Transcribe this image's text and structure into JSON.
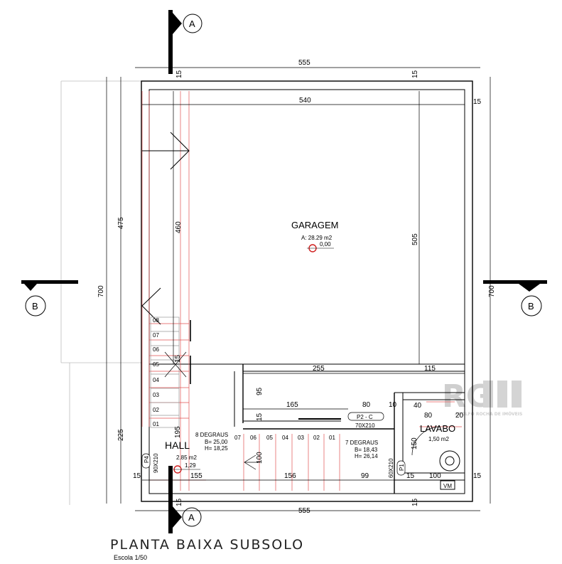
{
  "title": "PLANTA BAIXA SUBSOLO",
  "scale": "Escola 1/50",
  "watermark": {
    "logo": "RG",
    "tagline": "ADOLFO ROCHA DE IMÓVEIS"
  },
  "section_markers": {
    "a": "A",
    "b": "B"
  },
  "rooms": {
    "garagem": {
      "name": "GARAGEM",
      "area": "A: 28.29 m2",
      "level": "0,00"
    },
    "hall": {
      "name": "HALL",
      "area": "2.85 m2",
      "level": "1,29"
    },
    "lavabo": {
      "name": "LAVABO",
      "area": "1,50 m2",
      "vm": "VM"
    }
  },
  "stairs": {
    "upper": {
      "title": "8 DEGRAUS",
      "b": "B= 25,00",
      "h": "H= 18,25",
      "steps": [
        "08",
        "07",
        "06",
        "05",
        "04",
        "03",
        "02",
        "01"
      ]
    },
    "lower": {
      "title": "7 DEGRAUS",
      "b": "B= 18,43",
      "h": "H= 26,14",
      "steps": [
        "07",
        "06",
        "05",
        "04",
        "03",
        "02",
        "01"
      ]
    }
  },
  "doors": {
    "p2": {
      "tag": "P2 - C",
      "size": "70X210"
    },
    "p4": {
      "tag": "P4",
      "size": "90X210"
    },
    "p1": {
      "tag": "P1",
      "size": "60X210"
    }
  },
  "dims": {
    "top_outer": "555",
    "top_inner": "540",
    "top_15_left": "15",
    "top_15_right": "15",
    "right_15_top": "15",
    "left_475": "475",
    "left_460": "460",
    "left_700": "700",
    "left_225": "225",
    "left_195": "195",
    "left_15_stair": "15",
    "right_700": "700",
    "right_505": "505",
    "mid_255": "255",
    "mid_115": "115",
    "mid_95": "95",
    "mid_165": "165",
    "mid_80": "80",
    "mid_10": "10",
    "mid_15_v": "15",
    "lav_40": "40",
    "lav_80": "80",
    "lav_20": "20",
    "lav_150": "150",
    "lav_15": "15",
    "lav_100": "100",
    "hall_100": "100",
    "bot_15_left": "15",
    "bot_155": "155",
    "bot_156": "156",
    "bot_99": "99",
    "bot_15_mid": "15",
    "bot_100": "100",
    "bot_15_right": "15",
    "bot_outer": "555",
    "bot_15_a": "15",
    "bot_15_b": "15"
  }
}
